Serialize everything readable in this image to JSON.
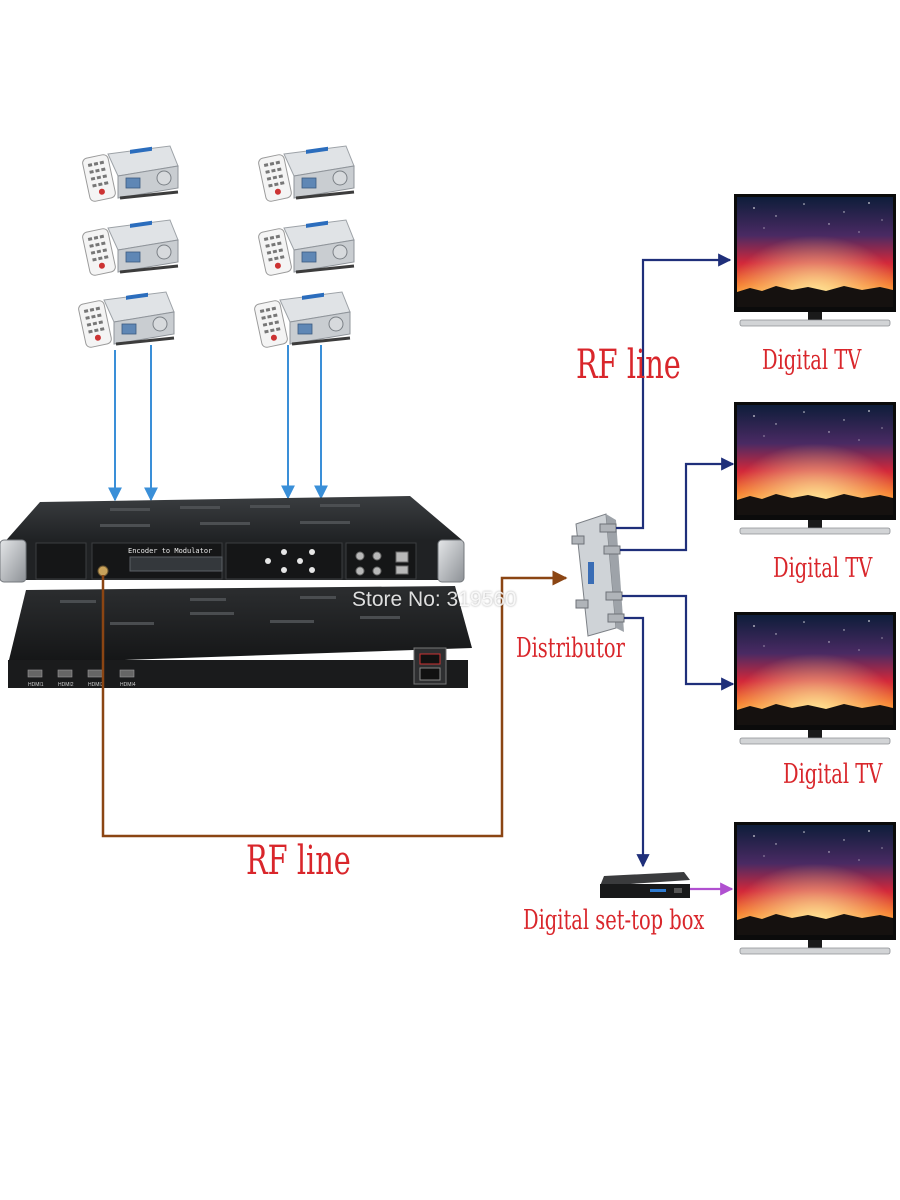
{
  "labels": {
    "rf_line_top": "RF line",
    "rf_line_bottom": "RF line",
    "distributor": "Distributor",
    "stb": "Digital set-top box",
    "tv": [
      "Digital TV",
      "Digital TV",
      "Digital TV"
    ]
  },
  "device": {
    "front_panel_title": "Encoder to Modulator",
    "hdmi_ports": [
      "HDMI1",
      "HDMI2",
      "HDMI3",
      "HDMI4"
    ]
  },
  "watermark": "Store No: 319560",
  "colors": {
    "label_red": "#d9262b",
    "input_arrow_blue": "#3a8fd8",
    "output_arrow_navy": "#1f2f7a",
    "rf_cable_brown": "#8b4513",
    "hdmi_arrow_violet": "#b050d0"
  },
  "icons": {
    "receiver": "satellite-receiver-with-remote-icon",
    "tv": "flat-screen-tv-icon",
    "stb": "set-top-box-icon",
    "splitter": "rf-splitter-icon"
  }
}
